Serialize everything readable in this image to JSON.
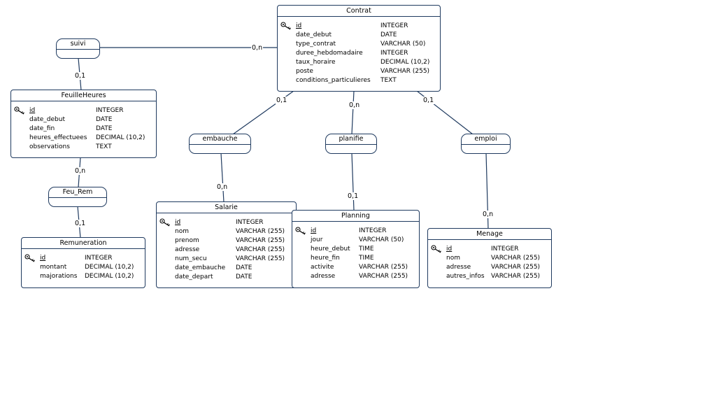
{
  "entities": {
    "contrat": {
      "title": "Contrat",
      "attributes": [
        {
          "name": "id",
          "type": "INTEGER",
          "pk": true
        },
        {
          "name": "date_debut",
          "type": "DATE"
        },
        {
          "name": "type_contrat",
          "type": "VARCHAR (50)"
        },
        {
          "name": "duree_hebdomadaire",
          "type": "INTEGER"
        },
        {
          "name": "taux_horaire",
          "type": "DECIMAL (10,2)"
        },
        {
          "name": "poste",
          "type": "VARCHAR (255)"
        },
        {
          "name": "conditions_particulieres",
          "type": "TEXT"
        }
      ]
    },
    "feuille_heures": {
      "title": "FeuilleHeures",
      "attributes": [
        {
          "name": "id",
          "type": "INTEGER",
          "pk": true
        },
        {
          "name": "date_debut",
          "type": "DATE"
        },
        {
          "name": "date_fin",
          "type": "DATE"
        },
        {
          "name": "heures_effectuees",
          "type": "DECIMAL (10,2)"
        },
        {
          "name": "observations",
          "type": "TEXT"
        }
      ]
    },
    "remuneration": {
      "title": "Remuneration",
      "attributes": [
        {
          "name": "id",
          "type": "INTEGER",
          "pk": true
        },
        {
          "name": "montant",
          "type": "DECIMAL (10,2)"
        },
        {
          "name": "majorations",
          "type": "DECIMAL (10,2)"
        }
      ]
    },
    "salarie": {
      "title": "Salarie",
      "attributes": [
        {
          "name": "id",
          "type": "INTEGER",
          "pk": true
        },
        {
          "name": "nom",
          "type": "VARCHAR (255)"
        },
        {
          "name": "prenom",
          "type": "VARCHAR (255)"
        },
        {
          "name": "adresse",
          "type": "VARCHAR (255)"
        },
        {
          "name": "num_secu",
          "type": "VARCHAR (255)"
        },
        {
          "name": "date_embauche",
          "type": "DATE"
        },
        {
          "name": "date_depart",
          "type": "DATE"
        }
      ]
    },
    "planning": {
      "title": "Planning",
      "attributes": [
        {
          "name": "id",
          "type": "INTEGER",
          "pk": true
        },
        {
          "name": "jour",
          "type": "VARCHAR (50)"
        },
        {
          "name": "heure_debut",
          "type": "TIME"
        },
        {
          "name": "heure_fin",
          "type": "TIME"
        },
        {
          "name": "activite",
          "type": "VARCHAR (255)"
        },
        {
          "name": "adresse",
          "type": "VARCHAR (255)"
        }
      ]
    },
    "menage": {
      "title": "Menage",
      "attributes": [
        {
          "name": "id",
          "type": "INTEGER",
          "pk": true
        },
        {
          "name": "nom",
          "type": "VARCHAR (255)"
        },
        {
          "name": "adresse",
          "type": "VARCHAR (255)"
        },
        {
          "name": "autres_infos",
          "type": "VARCHAR (255)"
        }
      ]
    }
  },
  "associations": {
    "suivi": {
      "label": "suivi"
    },
    "embauche": {
      "label": "embauche"
    },
    "planifie": {
      "label": "planifie"
    },
    "emploi": {
      "label": "emploi"
    },
    "feu_rem": {
      "label": "Feu_Rem"
    }
  },
  "cardinalities": {
    "suivi_contrat": "0,n",
    "suivi_feuille": "0,1",
    "embauche_contrat": "0,1",
    "embauche_salarie": "0,n",
    "planifie_contrat": "0,n",
    "planifie_planning": "0,1",
    "emploi_contrat": "0,1",
    "emploi_menage": "0,n",
    "feurem_feuille": "0,n",
    "feurem_remuneration": "0,1"
  },
  "colors": {
    "line": "#1f3a5f",
    "border": "#1f3a5f"
  },
  "icons": {
    "primary_key": "key-icon"
  }
}
